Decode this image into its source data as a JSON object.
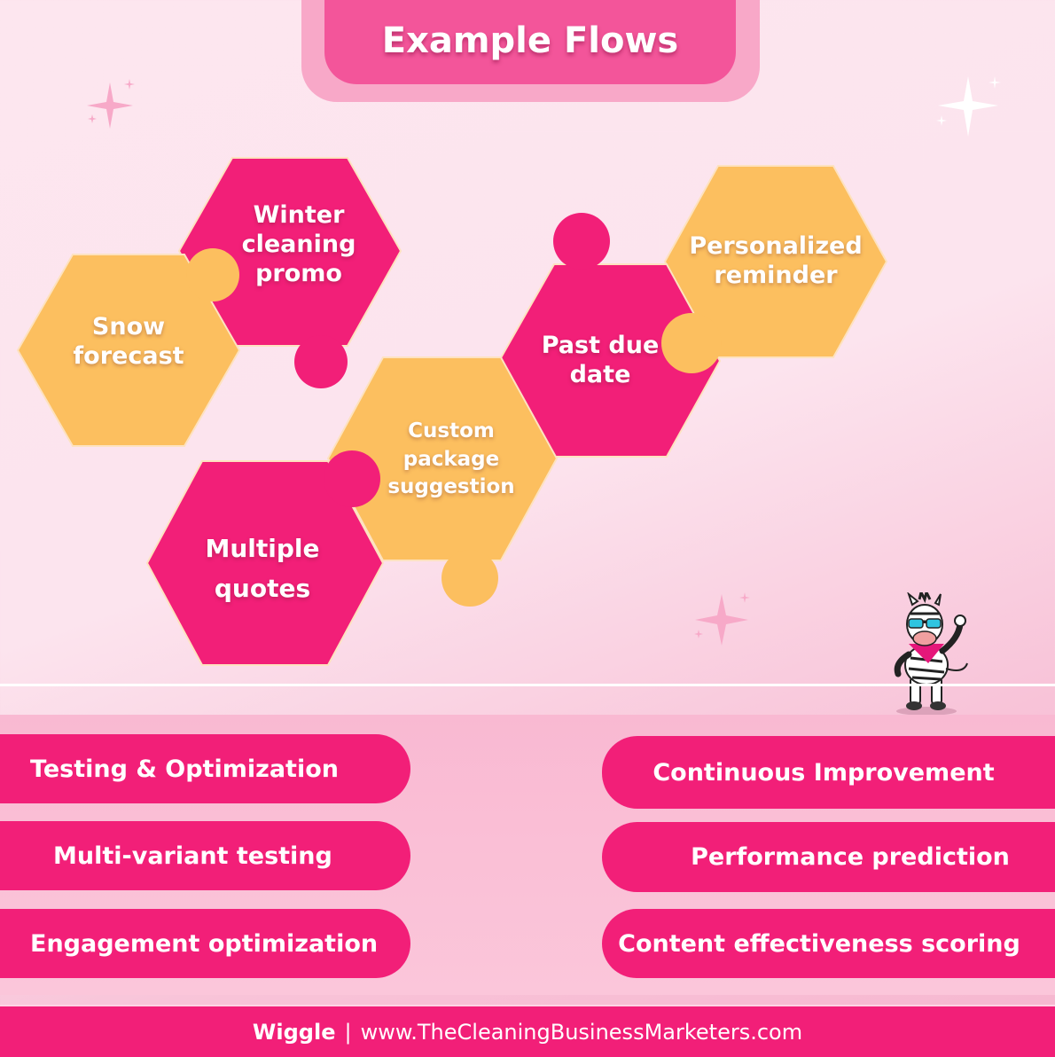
{
  "title": "Example Flows",
  "colors": {
    "magenta": "#f21f78",
    "orange": "#fcbf5f",
    "background": "#fde6ef",
    "title_box": "#f3559a"
  },
  "diagram": {
    "pieces": [
      {
        "label": "Winter cleaning promo",
        "lines": [
          "Winter",
          "cleaning",
          "promo"
        ],
        "color": "magenta"
      },
      {
        "label": "Snow forecast",
        "lines": [
          "Snow",
          "forecast"
        ],
        "color": "orange"
      },
      {
        "label": "Personalized reminder",
        "lines": [
          "Personalized",
          "reminder"
        ],
        "color": "orange"
      },
      {
        "label": "Past due date",
        "lines": [
          "Past due",
          "date"
        ],
        "color": "magenta"
      },
      {
        "label": "Custom package suggestion",
        "lines": [
          "Custom",
          "package",
          "suggestion"
        ],
        "color": "orange"
      },
      {
        "label": "Multiple quotes",
        "lines": [
          "Multiple",
          "quotes"
        ],
        "color": "magenta"
      }
    ]
  },
  "pills": {
    "left": [
      "Testing & Optimization",
      "Multi-variant testing",
      "Engagement optimization"
    ],
    "right": [
      "Continuous Improvement",
      "Performance prediction",
      "Content effectiveness scoring"
    ]
  },
  "footer": {
    "brand": "Wiggle",
    "separator": "|",
    "url": "www.TheCleaningBusinessMarketers.com"
  },
  "icons": [
    "sparkle-icon",
    "zebra-mascot-icon"
  ]
}
